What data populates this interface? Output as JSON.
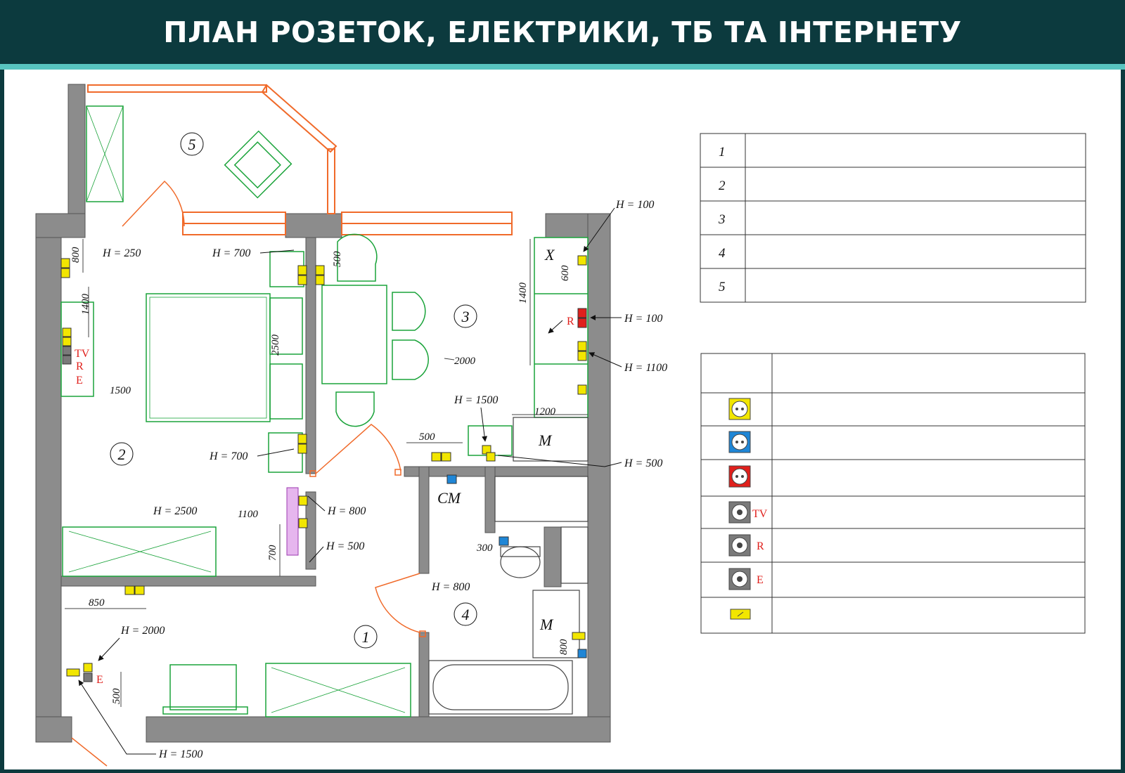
{
  "title": "ПЛАН РОЗЕТОК, ЕЛЕКТРИКИ, ТБ ТА ІНТЕРНЕТУ",
  "rooms": [
    "1",
    "2",
    "3",
    "4",
    "5"
  ],
  "room_codes": {
    "wardrobe": "X",
    "washer": "CM",
    "m1": "M",
    "m2": "M"
  },
  "heights": {
    "h250": "H = 250",
    "h700a": "H = 700",
    "h700b": "H = 700",
    "h2500": "H = 2500",
    "h800a": "H = 800",
    "h500a": "H = 500",
    "h800b": "H = 800",
    "h2000": "H = 2000",
    "h1500a": "H = 1500",
    "h1500b": "H = 1500",
    "h100a": "H = 100",
    "h100b": "H = 100",
    "h1100": "H = 1100",
    "h500b": "H = 500"
  },
  "dims": {
    "d800a": "800",
    "d1400a": "1400",
    "d1500": "1500",
    "d2500": "2500",
    "d500a": "500",
    "d1100": "1100",
    "d700": "700",
    "d850": "850",
    "d500b": "500",
    "d2000": "2000",
    "d500c": "500",
    "d1200": "1200",
    "d1400b": "1400",
    "d600": "600",
    "d300": "300",
    "d800b": "800"
  },
  "socket_letters": {
    "tv": "TV",
    "r": "R",
    "e": "E",
    "r_kitchen": "R",
    "e_hall": "E"
  },
  "rooms_table": {
    "rows": [
      "1",
      "2",
      "3",
      "4",
      "5"
    ]
  },
  "legend": {
    "rows": [
      {
        "icon": "yellow-socket-icon",
        "color": "#f2e600",
        "label": ""
      },
      {
        "icon": "blue-socket-icon",
        "color": "#1f86d6",
        "label": ""
      },
      {
        "icon": "red-socket-icon",
        "color": "#e0201c",
        "label": ""
      },
      {
        "icon": "tv-socket-icon",
        "color": "#7a7a7a",
        "label": "TV"
      },
      {
        "icon": "radio-socket-icon",
        "color": "#7a7a7a",
        "label": "R"
      },
      {
        "icon": "ethernet-socket-icon",
        "color": "#7a7a7a",
        "label": "E"
      },
      {
        "icon": "switch-icon",
        "color": "#f2e600",
        "label": ""
      }
    ]
  },
  "colors": {
    "wall": "#8c8c8c",
    "window": "#f06a2a",
    "furniture": "#1aa33a",
    "header": "#0c3a3e",
    "accent": "#58c4c0"
  }
}
